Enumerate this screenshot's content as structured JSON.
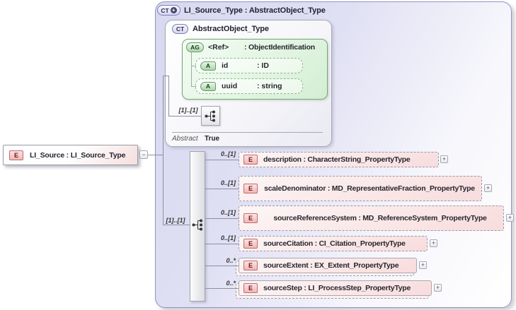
{
  "glyphs": {
    "plus": "+",
    "minus": "−"
  },
  "colors": {
    "element_fill": "#f8dada",
    "element_border": "#c46a6a",
    "attribute_fill": "#dff3df",
    "attribute_border": "#6a9a6a",
    "complex_type_fill": "#dcdcf4",
    "complex_type_border": "#9292c6"
  },
  "root_element": {
    "badge": "E",
    "label": "LI_Source : LI_Source_Type"
  },
  "complex_type": {
    "badge": "CT",
    "title": "LI_Source_Type : AbstractObject_Type",
    "sequence_cardinality": "[1]..[1]",
    "base": {
      "badge": "CT",
      "title": "AbstractObject_Type",
      "sequence_cardinality": "[1]..[1]",
      "attribute_group": {
        "badge": "AG",
        "name": "<Ref>",
        "type": ": ObjectIdentification",
        "attributes": [
          {
            "badge": "A",
            "name": "id",
            "type": ": ID"
          },
          {
            "badge": "A",
            "name": "uuid",
            "type": ": string"
          }
        ]
      },
      "facets": [
        {
          "name": "Abstract",
          "value": "True"
        }
      ]
    },
    "children": [
      {
        "badge": "E",
        "cardinality": "0..[1]",
        "label": "description : CharacterString_PropertyType"
      },
      {
        "badge": "E",
        "cardinality": "0..[1]",
        "label": "scaleDenominator : MD_RepresentativeFraction_PropertyType"
      },
      {
        "badge": "E",
        "cardinality": "0..[1]",
        "label": "sourceReferenceSystem : MD_ReferenceSystem_PropertyType"
      },
      {
        "badge": "E",
        "cardinality": "0..[1]",
        "label": "sourceCitation : CI_Citation_PropertyType"
      },
      {
        "badge": "E",
        "cardinality": "0..*",
        "label": "sourceExtent : EX_Extent_PropertyType"
      },
      {
        "badge": "E",
        "cardinality": "0..*",
        "label": "sourceStep : LI_ProcessStep_PropertyType"
      }
    ]
  }
}
